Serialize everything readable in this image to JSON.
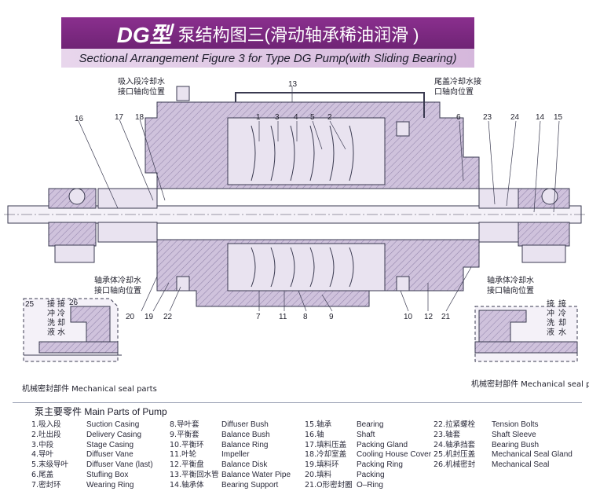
{
  "title": {
    "prefix": "DG型",
    "text": "泵结构图三(滑动轴承稀油润滑 )"
  },
  "subtitle": "Sectional Arrangement Figure 3  for  Type DG Pump(with Sliding Bearing)",
  "callouts": {
    "suction_cooling_cn": [
      "吸入段冷却水",
      "接口轴向位置"
    ],
    "tail_cover_cooling_cn": [
      "尾盖冷却水接",
      "口轴向位置"
    ],
    "bearing_cooling_left_cn": [
      "轴承体冷却水",
      "接口轴向位置"
    ],
    "bearing_cooling_right_cn": [
      "轴承体冷却水",
      "接口轴向位置"
    ],
    "connect_cooling_left_cn": [
      "接",
      "冲",
      "洗",
      "液"
    ],
    "connect_cooling_left2_cn": [
      "接",
      "冷",
      "却",
      "水"
    ],
    "connect_cooling_right_cn": [
      "接",
      "冲",
      "洗",
      "液"
    ],
    "connect_cooling_right2_cn": [
      "接",
      "冷",
      "却",
      "水"
    ],
    "mech_seal_left": "机械密封部件 Mechanical seal parts",
    "mech_seal_right": "机械密封部件 Mechanical seal parts"
  },
  "numbers": {
    "n13": "13",
    "n16": "16",
    "n17": "17",
    "n18": "18",
    "n1": "1",
    "n3": "3",
    "n4": "4",
    "n5": "5",
    "n2": "2",
    "n6": "6",
    "n23": "23",
    "n24": "24",
    "n14": "14",
    "n15": "15",
    "n20": "20",
    "n19": "19",
    "n22": "22",
    "n7": "7",
    "n11": "11",
    "n8": "8",
    "n9": "9",
    "n10": "10",
    "n12": "12",
    "n21": "21",
    "n25": "25",
    "n26": "26"
  },
  "parts_heading": "泵主要零件 Main Parts of Pump",
  "parts": [
    [
      {
        "cn": "1.吸入段",
        "en": "Suction Casing"
      },
      {
        "cn": "2.吐出段",
        "en": "Delivery Casing"
      },
      {
        "cn": "3.中段",
        "en": "Stage Casing"
      },
      {
        "cn": "4.导叶",
        "en": "Diffuser Vane"
      },
      {
        "cn": "5.末级导叶",
        "en": "Diffuser  Vane (last)"
      },
      {
        "cn": "6.尾盖",
        "en": "Stufling Box"
      },
      {
        "cn": "7.密封环",
        "en": "Wearing Ring"
      }
    ],
    [
      {
        "cn": "8.导叶套",
        "en": "Diffuser Bush"
      },
      {
        "cn": "9.平衡套",
        "en": "Balance Bush"
      },
      {
        "cn": "10.平衡环",
        "en": "Balance Ring"
      },
      {
        "cn": "11.叶轮",
        "en": "Impeller"
      },
      {
        "cn": "12.平衡盘",
        "en": "Balance Disk"
      },
      {
        "cn": "13.平衡回水管",
        "en": "Balance Water Pipe"
      },
      {
        "cn": "14.轴承体",
        "en": "Bearing Support"
      }
    ],
    [
      {
        "cn": "15.轴承",
        "en": "Bearing"
      },
      {
        "cn": "16.轴",
        "en": "Shaft"
      },
      {
        "cn": "17.填料压盖",
        "en": "Packing Gland"
      },
      {
        "cn": "18.冷却室盖",
        "en": "Cooling House Cover"
      },
      {
        "cn": "19.填料环",
        "en": "Packing Ring"
      },
      {
        "cn": "20.填料",
        "en": "Packing"
      },
      {
        "cn": "21.O形密封圈",
        "en": "O–Ring"
      }
    ],
    [
      {
        "cn": "22.拉紧螺栓",
        "en": "Tension Bolts"
      },
      {
        "cn": "23.轴套",
        "en": "Shaft Sleeve"
      },
      {
        "cn": "24.轴承挡套",
        "en": "Bearing Bush"
      },
      {
        "cn": "25.机封压盖",
        "en": "Mechanical Seal Gland"
      },
      {
        "cn": "26.机械密封",
        "en": "Mechanical Seal"
      }
    ]
  ],
  "colors": {
    "banner": "#7a2a80",
    "hatch_fill": "#c9bcd6",
    "line": "#3a3a50"
  }
}
